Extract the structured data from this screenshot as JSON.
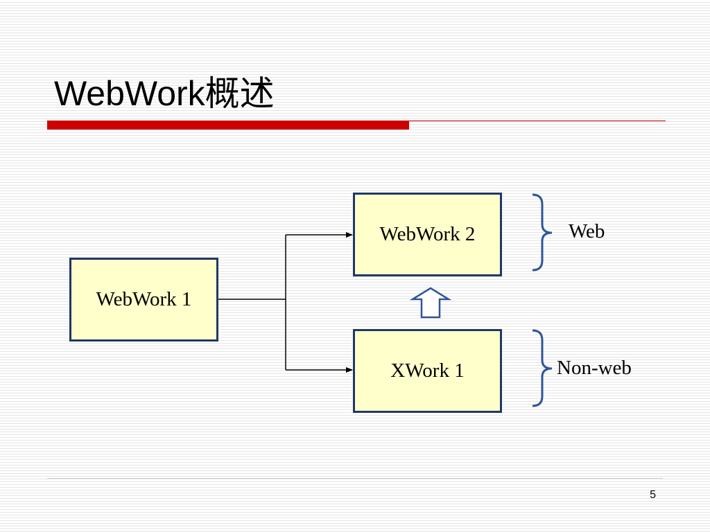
{
  "slide": {
    "title": "WebWork概述",
    "page_number": "5",
    "accent_color": "#cc0000",
    "box_fill": "#ffffcc",
    "box_border": "#1f3864"
  },
  "diagram": {
    "nodes": [
      {
        "id": "webwork1",
        "label": "WebWork 1"
      },
      {
        "id": "webwork2",
        "label": "WebWork 2"
      },
      {
        "id": "xwork1",
        "label": "XWork 1"
      }
    ],
    "edges": [
      {
        "from": "webwork1",
        "to": "webwork2",
        "style": "elbow-arrow"
      },
      {
        "from": "webwork1",
        "to": "xwork1",
        "style": "elbow-arrow"
      },
      {
        "from": "xwork1",
        "to": "webwork2",
        "style": "block-arrow-up"
      }
    ],
    "groups": [
      {
        "label": "Web",
        "members": [
          "webwork2"
        ],
        "marker": "right-brace"
      },
      {
        "label": "Non-web",
        "members": [
          "xwork1"
        ],
        "marker": "right-brace"
      }
    ]
  }
}
